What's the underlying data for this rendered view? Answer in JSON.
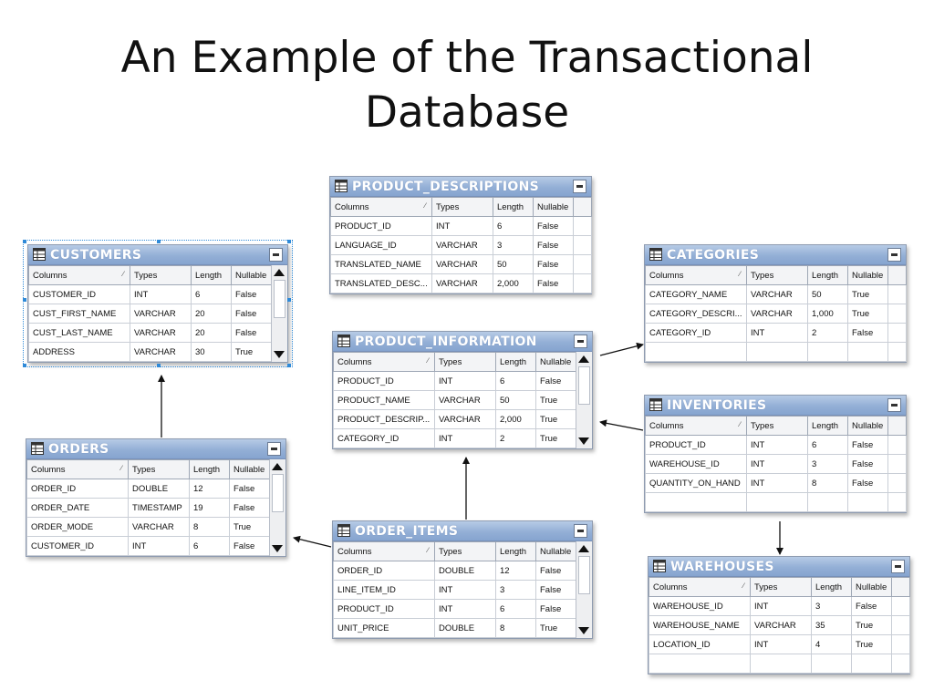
{
  "slide": {
    "title_line1": "An Example of the Transactional",
    "title_line2": "Database"
  },
  "header_labels": {
    "columns": "Columns",
    "types": "Types",
    "length": "Length",
    "nullable": "Nullable"
  },
  "icons": {
    "table": "table-grid-icon",
    "window_button": "restore-window-icon",
    "scroll_up": "scroll-up-arrow-icon",
    "scroll_down": "scroll-down-arrow-icon"
  },
  "colors": {
    "header_bar": "#93afd6",
    "selection": "#2f8ad8"
  },
  "tables": {
    "product_descriptions": {
      "name": "PRODUCT_DESCRIPTIONS",
      "rows": [
        [
          "PRODUCT_ID",
          "INT",
          "6",
          "False"
        ],
        [
          "LANGUAGE_ID",
          "VARCHAR",
          "3",
          "False"
        ],
        [
          "TRANSLATED_NAME",
          "VARCHAR",
          "50",
          "False"
        ],
        [
          "TRANSLATED_DESC...",
          "VARCHAR",
          "2,000",
          "False"
        ]
      ]
    },
    "customers": {
      "name": "CUSTOMERS",
      "rows": [
        [
          "CUSTOMER_ID",
          "INT",
          "6",
          "False"
        ],
        [
          "CUST_FIRST_NAME",
          "VARCHAR",
          "20",
          "False"
        ],
        [
          "CUST_LAST_NAME",
          "VARCHAR",
          "20",
          "False"
        ],
        [
          "ADDRESS",
          "VARCHAR",
          "30",
          "True"
        ]
      ]
    },
    "categories": {
      "name": "CATEGORIES",
      "rows": [
        [
          "CATEGORY_NAME",
          "VARCHAR",
          "50",
          "True"
        ],
        [
          "CATEGORY_DESCRI...",
          "VARCHAR",
          "1,000",
          "True"
        ],
        [
          "CATEGORY_ID",
          "INT",
          "2",
          "False"
        ]
      ]
    },
    "product_information": {
      "name": "PRODUCT_INFORMATION",
      "rows": [
        [
          "PRODUCT_ID",
          "INT",
          "6",
          "False"
        ],
        [
          "PRODUCT_NAME",
          "VARCHAR",
          "50",
          "True"
        ],
        [
          "PRODUCT_DESCRIP...",
          "VARCHAR",
          "2,000",
          "True"
        ],
        [
          "CATEGORY_ID",
          "INT",
          "2",
          "True"
        ]
      ]
    },
    "inventories": {
      "name": "INVENTORIES",
      "rows": [
        [
          "PRODUCT_ID",
          "INT",
          "6",
          "False"
        ],
        [
          "WAREHOUSE_ID",
          "INT",
          "3",
          "False"
        ],
        [
          "QUANTITY_ON_HAND",
          "INT",
          "8",
          "False"
        ]
      ]
    },
    "orders": {
      "name": "ORDERS",
      "rows": [
        [
          "ORDER_ID",
          "DOUBLE",
          "12",
          "False"
        ],
        [
          "ORDER_DATE",
          "TIMESTAMP",
          "19",
          "False"
        ],
        [
          "ORDER_MODE",
          "VARCHAR",
          "8",
          "True"
        ],
        [
          "CUSTOMER_ID",
          "INT",
          "6",
          "False"
        ]
      ]
    },
    "order_items": {
      "name": "ORDER_ITEMS",
      "rows": [
        [
          "ORDER_ID",
          "DOUBLE",
          "12",
          "False"
        ],
        [
          "LINE_ITEM_ID",
          "INT",
          "3",
          "False"
        ],
        [
          "PRODUCT_ID",
          "INT",
          "6",
          "False"
        ],
        [
          "UNIT_PRICE",
          "DOUBLE",
          "8",
          "True"
        ]
      ]
    },
    "warehouses": {
      "name": "WAREHOUSES",
      "rows": [
        [
          "WAREHOUSE_ID",
          "INT",
          "3",
          "False"
        ],
        [
          "WAREHOUSE_NAME",
          "VARCHAR",
          "35",
          "True"
        ],
        [
          "LOCATION_ID",
          "INT",
          "4",
          "True"
        ]
      ]
    }
  }
}
